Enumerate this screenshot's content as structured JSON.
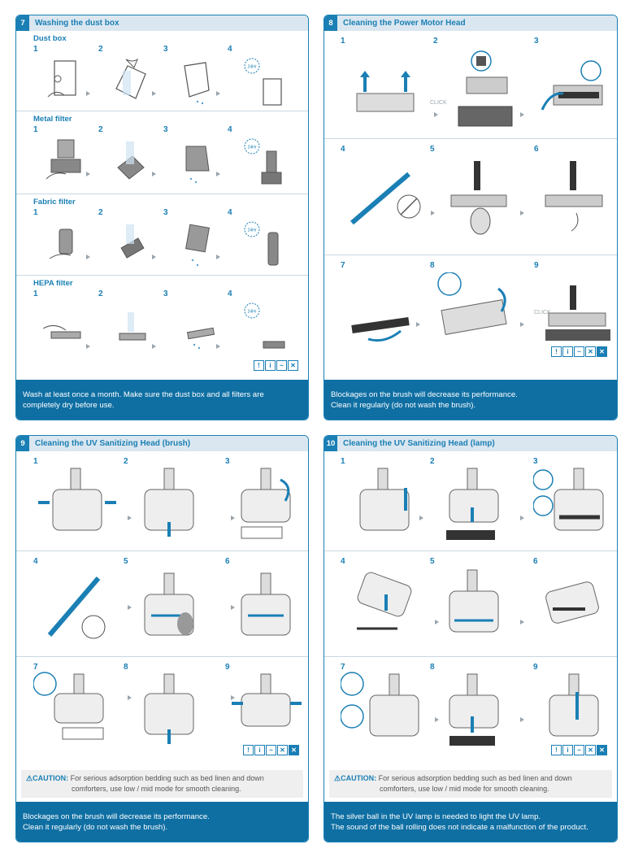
{
  "panels": [
    {
      "number": "7",
      "title": "Washing the dust box",
      "sections": [
        {
          "title": "Dust box",
          "steps": [
            "1",
            "2",
            "3",
            "4"
          ]
        },
        {
          "title": "Metal filter",
          "steps": [
            "1",
            "2",
            "3",
            "4"
          ]
        },
        {
          "title": "Fabric filter",
          "steps": [
            "1",
            "2",
            "3",
            "4"
          ]
        },
        {
          "title": "HEPA filter",
          "steps": [
            "1",
            "2",
            "3",
            "4"
          ]
        }
      ],
      "footer": [
        "Wash at least once a month. Make sure the dust box and all filters are",
        "completely dry before use."
      ]
    },
    {
      "number": "8",
      "title": "Cleaning the Power Motor Head",
      "steps": [
        "1",
        "2",
        "3",
        "4",
        "5",
        "6",
        "7",
        "8",
        "9"
      ],
      "click_label": "CLICK",
      "footer": [
        "Blockages on the brush will decrease its performance.",
        "Clean it regularly (do not wash the brush)."
      ]
    },
    {
      "number": "9",
      "title": "Cleaning the UV Sanitizing Head (brush)",
      "steps": [
        "1",
        "2",
        "3",
        "4",
        "5",
        "6",
        "7",
        "8",
        "9"
      ],
      "caution": {
        "label": "CAUTION:",
        "line1": "For serious adsorption bedding such as bed linen and down",
        "line2": "comforters, use low / mid mode for smooth cleaning."
      },
      "footer": [
        "Blockages on the brush will decrease its performance.",
        "Clean it regularly (do not wash the brush)."
      ]
    },
    {
      "number": "10",
      "title": "Cleaning the UV Sanitizing Head (lamp)",
      "steps": [
        "1",
        "2",
        "3",
        "4",
        "5",
        "6",
        "7",
        "8",
        "9"
      ],
      "caution": {
        "label": "CAUTION:",
        "line1": "For serious adsorption bedding such as bed linen and down",
        "line2": "comforters, use low / mid mode for smooth cleaning."
      },
      "footer": [
        "The silver ball in the UV lamp is needed to light the UV lamp.",
        "The sound of the ball rolling does not indicate a malfunction of the product."
      ]
    }
  ],
  "badge_24h": "24Hr",
  "colors": {
    "accent": "#1a7fb4",
    "footer": "#0f6fa3",
    "header": "#dbe7f0"
  }
}
